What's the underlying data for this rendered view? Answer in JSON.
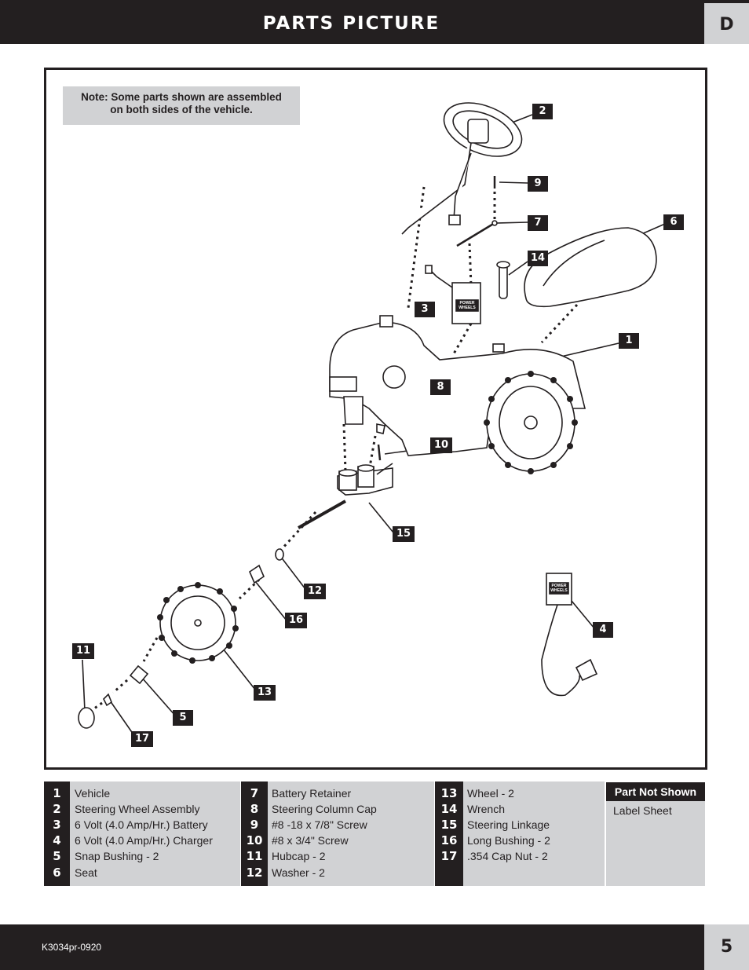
{
  "header": {
    "title": "PARTS PICTURE",
    "section": "D"
  },
  "note": {
    "line1": "Note: Some parts shown are assembled",
    "line2": "on both sides of the vehicle."
  },
  "callouts": [
    "2",
    "9",
    "7",
    "6",
    "14",
    "3",
    "1",
    "8",
    "10",
    "15",
    "12",
    "16",
    "4",
    "11",
    "13",
    "5",
    "17"
  ],
  "power_wheels_label": "POWER WHEELS",
  "legend": {
    "col1": [
      {
        "num": "1",
        "label": "Vehicle"
      },
      {
        "num": "2",
        "label": "Steering Wheel Assembly"
      },
      {
        "num": "3",
        "label": "6 Volt (4.0 Amp/Hr.) Battery"
      },
      {
        "num": "4",
        "label": "6 Volt (4.0 Amp/Hr.) Charger"
      },
      {
        "num": "5",
        "label": "Snap Bushing - 2"
      },
      {
        "num": "6",
        "label": "Seat"
      }
    ],
    "col2": [
      {
        "num": "7",
        "label": "Battery Retainer"
      },
      {
        "num": "8",
        "label": "Steering Column Cap"
      },
      {
        "num": "9",
        "label": "#8 -18 x 7/8\" Screw"
      },
      {
        "num": "10",
        "label": "#8 x 3/4\" Screw"
      },
      {
        "num": "11",
        "label": "Hubcap - 2"
      },
      {
        "num": "12",
        "label": "Washer - 2"
      }
    ],
    "col3": [
      {
        "num": "13",
        "label": "Wheel - 2"
      },
      {
        "num": "14",
        "label": "Wrench"
      },
      {
        "num": "15",
        "label": "Steering Linkage"
      },
      {
        "num": "16",
        "label": "Long Bushing - 2"
      },
      {
        "num": "17",
        "label": ".354 Cap Nut - 2"
      }
    ]
  },
  "part_not_shown": {
    "title": "Part Not Shown",
    "items": [
      "Label Sheet"
    ]
  },
  "footer": {
    "code": "K3034pr-0920",
    "page": "5"
  }
}
